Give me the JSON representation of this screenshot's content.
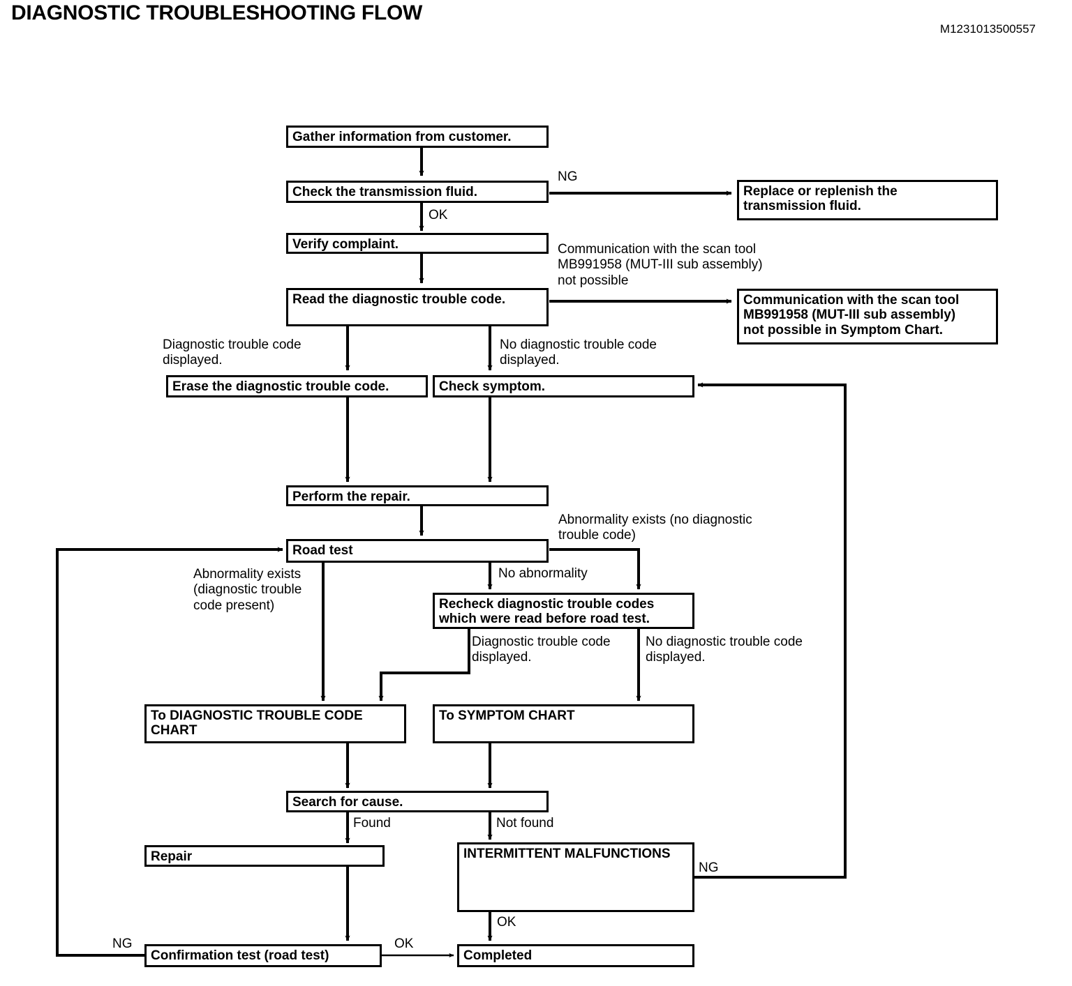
{
  "header": {
    "title": "DIAGNOSTIC TROUBLESHOOTING FLOW",
    "doc_ref": "M1231013500557"
  },
  "nodes": {
    "gather_info": "Gather information from customer.",
    "check_fluid": "Check the  transmission fluid.",
    "replace_fluid": "Replace or replenish the\ntransmission fluid.",
    "verify_complaint": "Verify complaint.",
    "read_dtc": "Read the diagnostic trouble code.",
    "comm_not_possible_box": "Communication with the scan tool\nMB991958 (MUT-III sub assembly)\nnot possible in Symptom Chart.",
    "erase_dtc": "Erase the diagnostic trouble code.",
    "check_symptom": "Check symptom.",
    "perform_repair": "Perform the repair.",
    "road_test": "Road test",
    "recheck_dtc": "Recheck diagnostic trouble codes\nwhich were read before road test.",
    "to_dtc_chart": "To DIAGNOSTIC TROUBLE CODE\nCHART",
    "to_symptom_chart": "To SYMPTOM CHART",
    "search_cause": "Search for cause.",
    "repair": "Repair",
    "intermittent": "INTERMITTENT MALFUNCTIONS",
    "confirmation_test": "Confirmation test (road test)",
    "completed": "Completed"
  },
  "edge_labels": {
    "ng_fluid": "NG",
    "ok_fluid": "OK",
    "comm_not_possible": "Communication with the scan tool\nMB991958 (MUT-III sub assembly)\nnot possible",
    "dtc_displayed_1": "Diagnostic trouble code\ndisplayed.",
    "no_dtc_displayed_1": "No diagnostic trouble code\ndisplayed.",
    "abnormality_no_dtc": "Abnormality exists (no diagnostic\ntrouble code)",
    "abnormality_with_dtc": "Abnormality exists\n(diagnostic trouble\ncode present)",
    "no_abnormality": "No abnormality",
    "dtc_displayed_2": "Diagnostic trouble code\ndisplayed.",
    "no_dtc_displayed_2": "No diagnostic trouble code\ndisplayed.",
    "found": "Found",
    "not_found": "Not found",
    "ng_intermittent": "NG",
    "ok_intermittent": "OK",
    "ng_confirmation": "NG",
    "ok_confirmation": "OK"
  },
  "style": {
    "ink": "#000000",
    "paper": "#ffffff"
  }
}
